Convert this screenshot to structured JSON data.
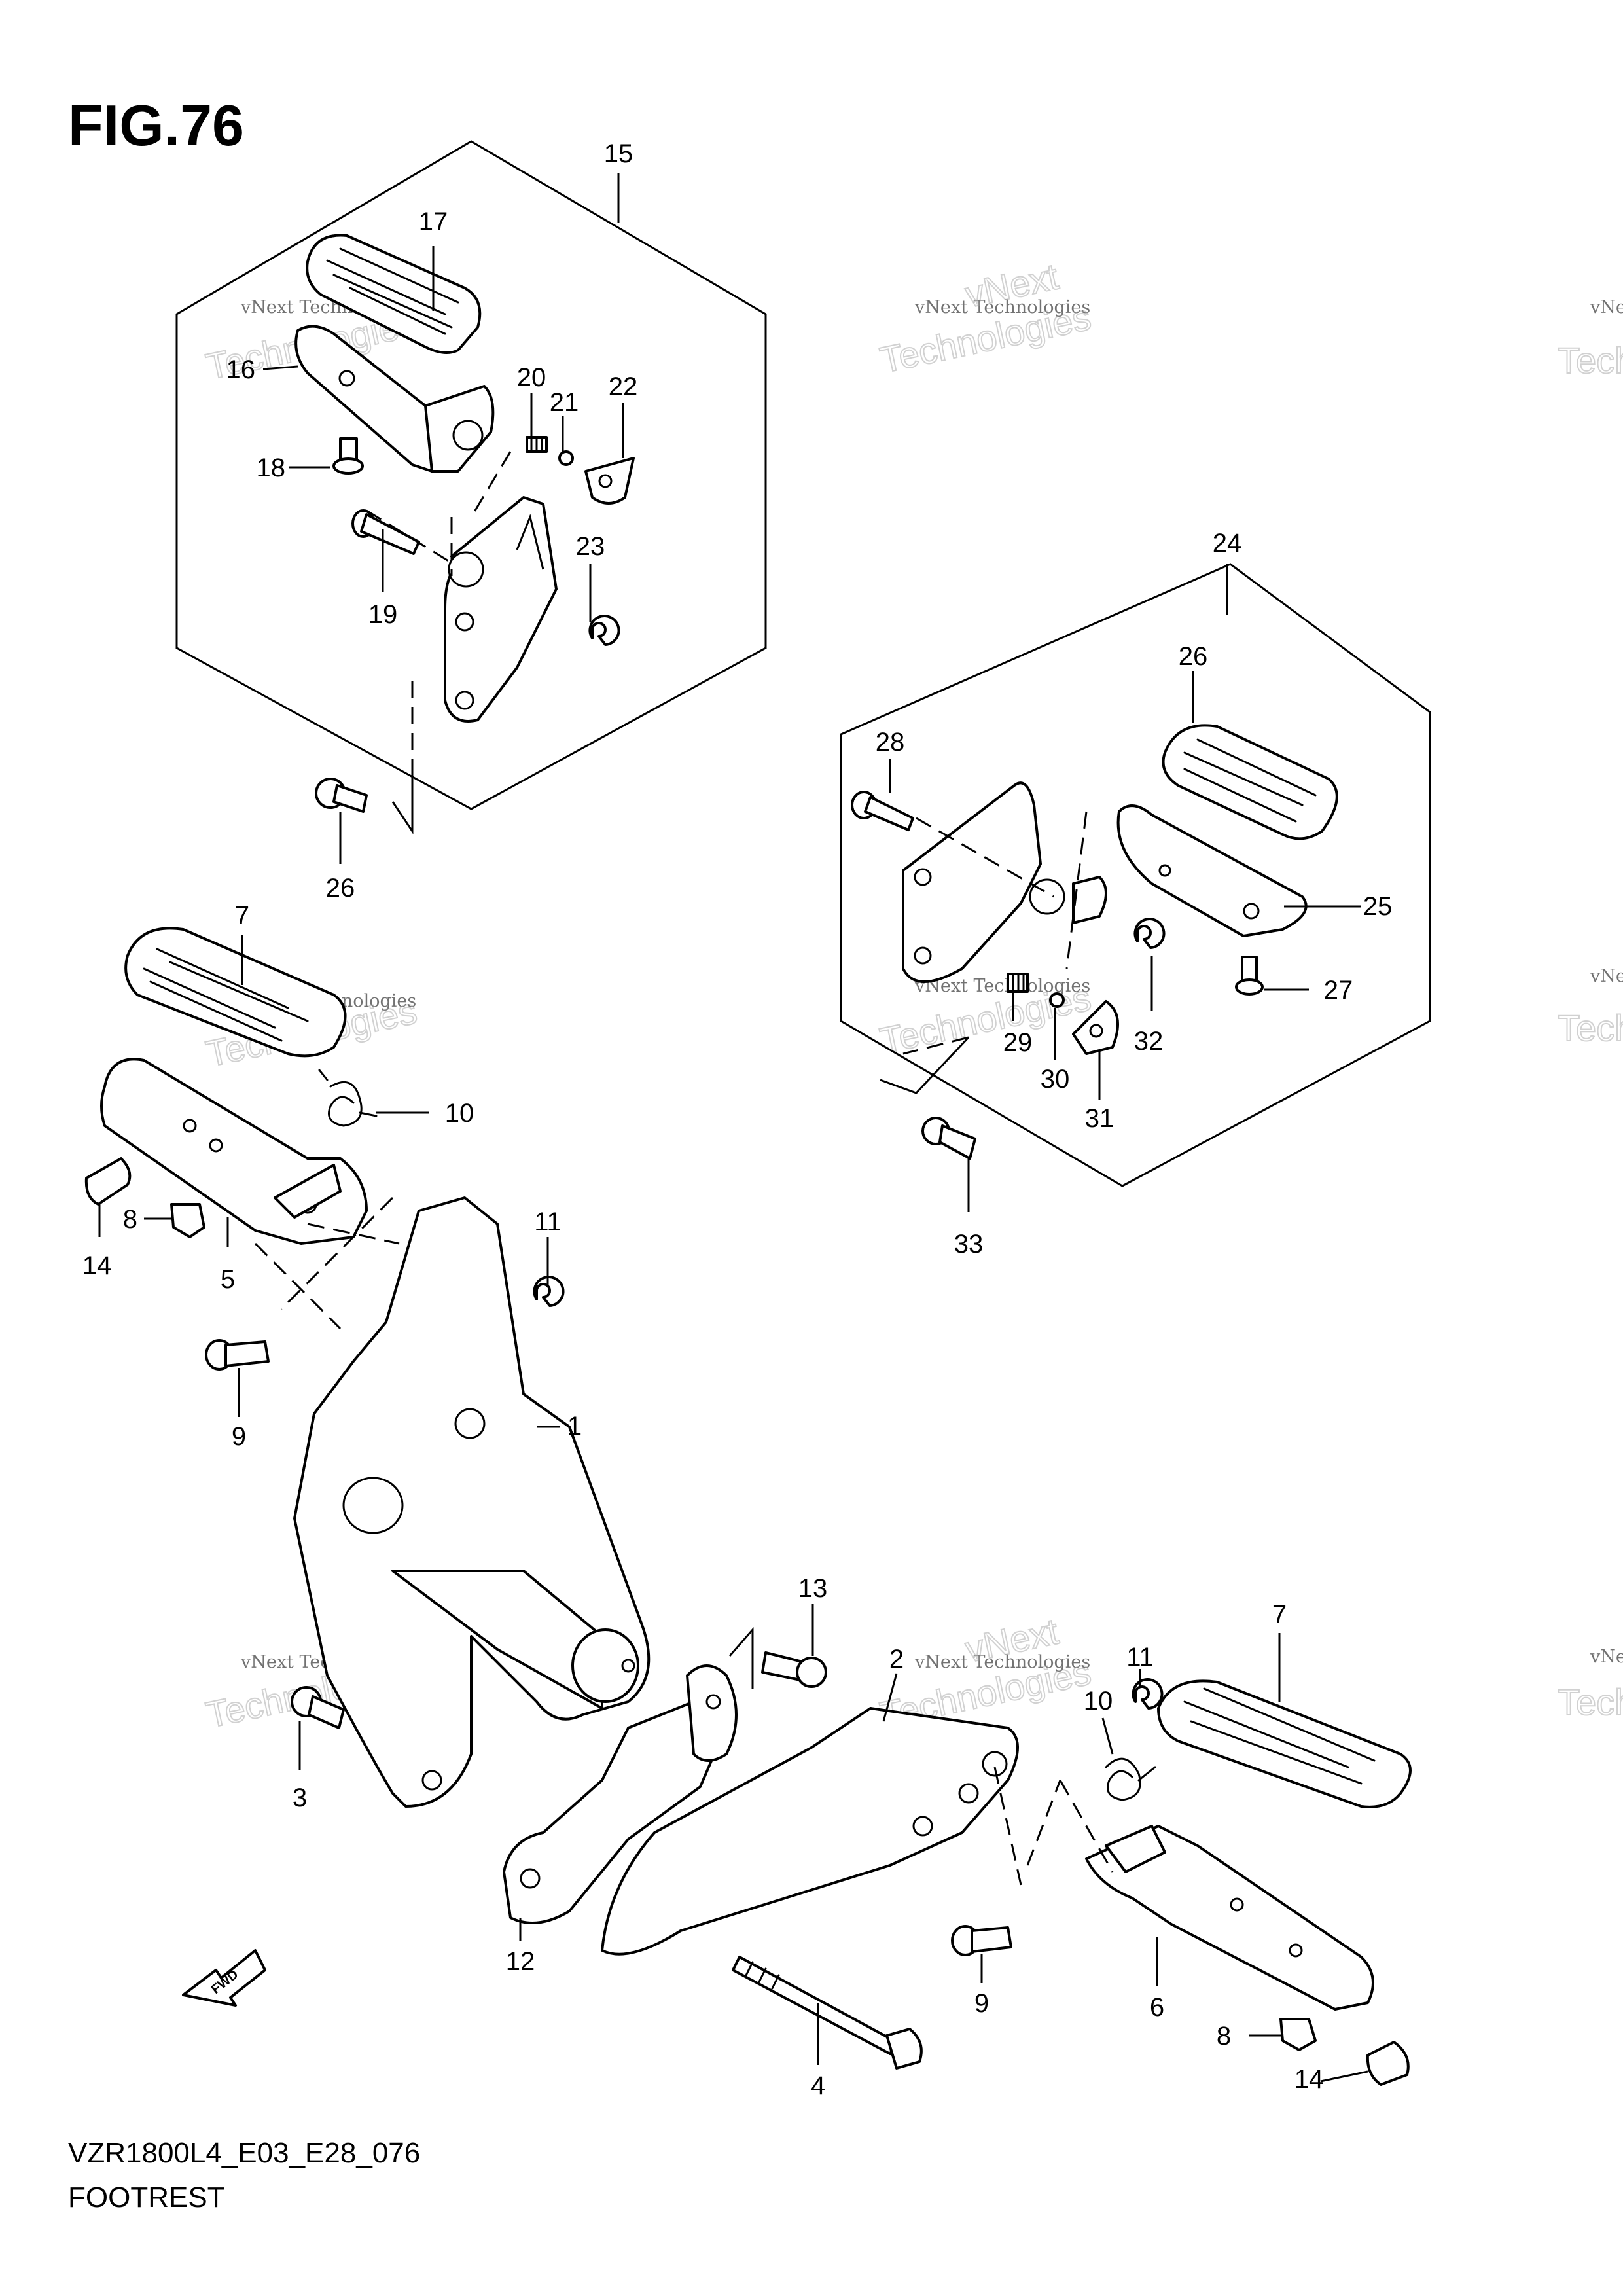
{
  "figure_title": "FIG.76",
  "diagram_code": "VZR1800L4_E03_E28_076",
  "diagram_name": "FOOTREST",
  "fwd_label": "FWD",
  "watermark": {
    "line1": "vNext Technologies",
    "line2": "Technologies",
    "line3": "vNext"
  },
  "callouts": {
    "p1": "1",
    "p2": "2",
    "p3": "3",
    "p4": "4",
    "p5": "5",
    "p6": "6",
    "p7a": "7",
    "p7b": "7",
    "p8a": "8",
    "p8b": "8",
    "p9a": "9",
    "p9b": "9",
    "p10a": "10",
    "p10b": "10",
    "p11a": "11",
    "p11b": "11",
    "p12": "12",
    "p13": "13",
    "p14a": "14",
    "p14b": "14",
    "p15": "15",
    "p16": "16",
    "p17": "17",
    "p18": "18",
    "p19": "19",
    "p20": "20",
    "p21": "21",
    "p22": "22",
    "p23": "23",
    "p24": "24",
    "p25": "25",
    "p26a": "26",
    "p26b": "26",
    "p27": "27",
    "p28": "28",
    "p29": "29",
    "p30": "30",
    "p31": "31",
    "p32": "32",
    "p33": "33"
  }
}
